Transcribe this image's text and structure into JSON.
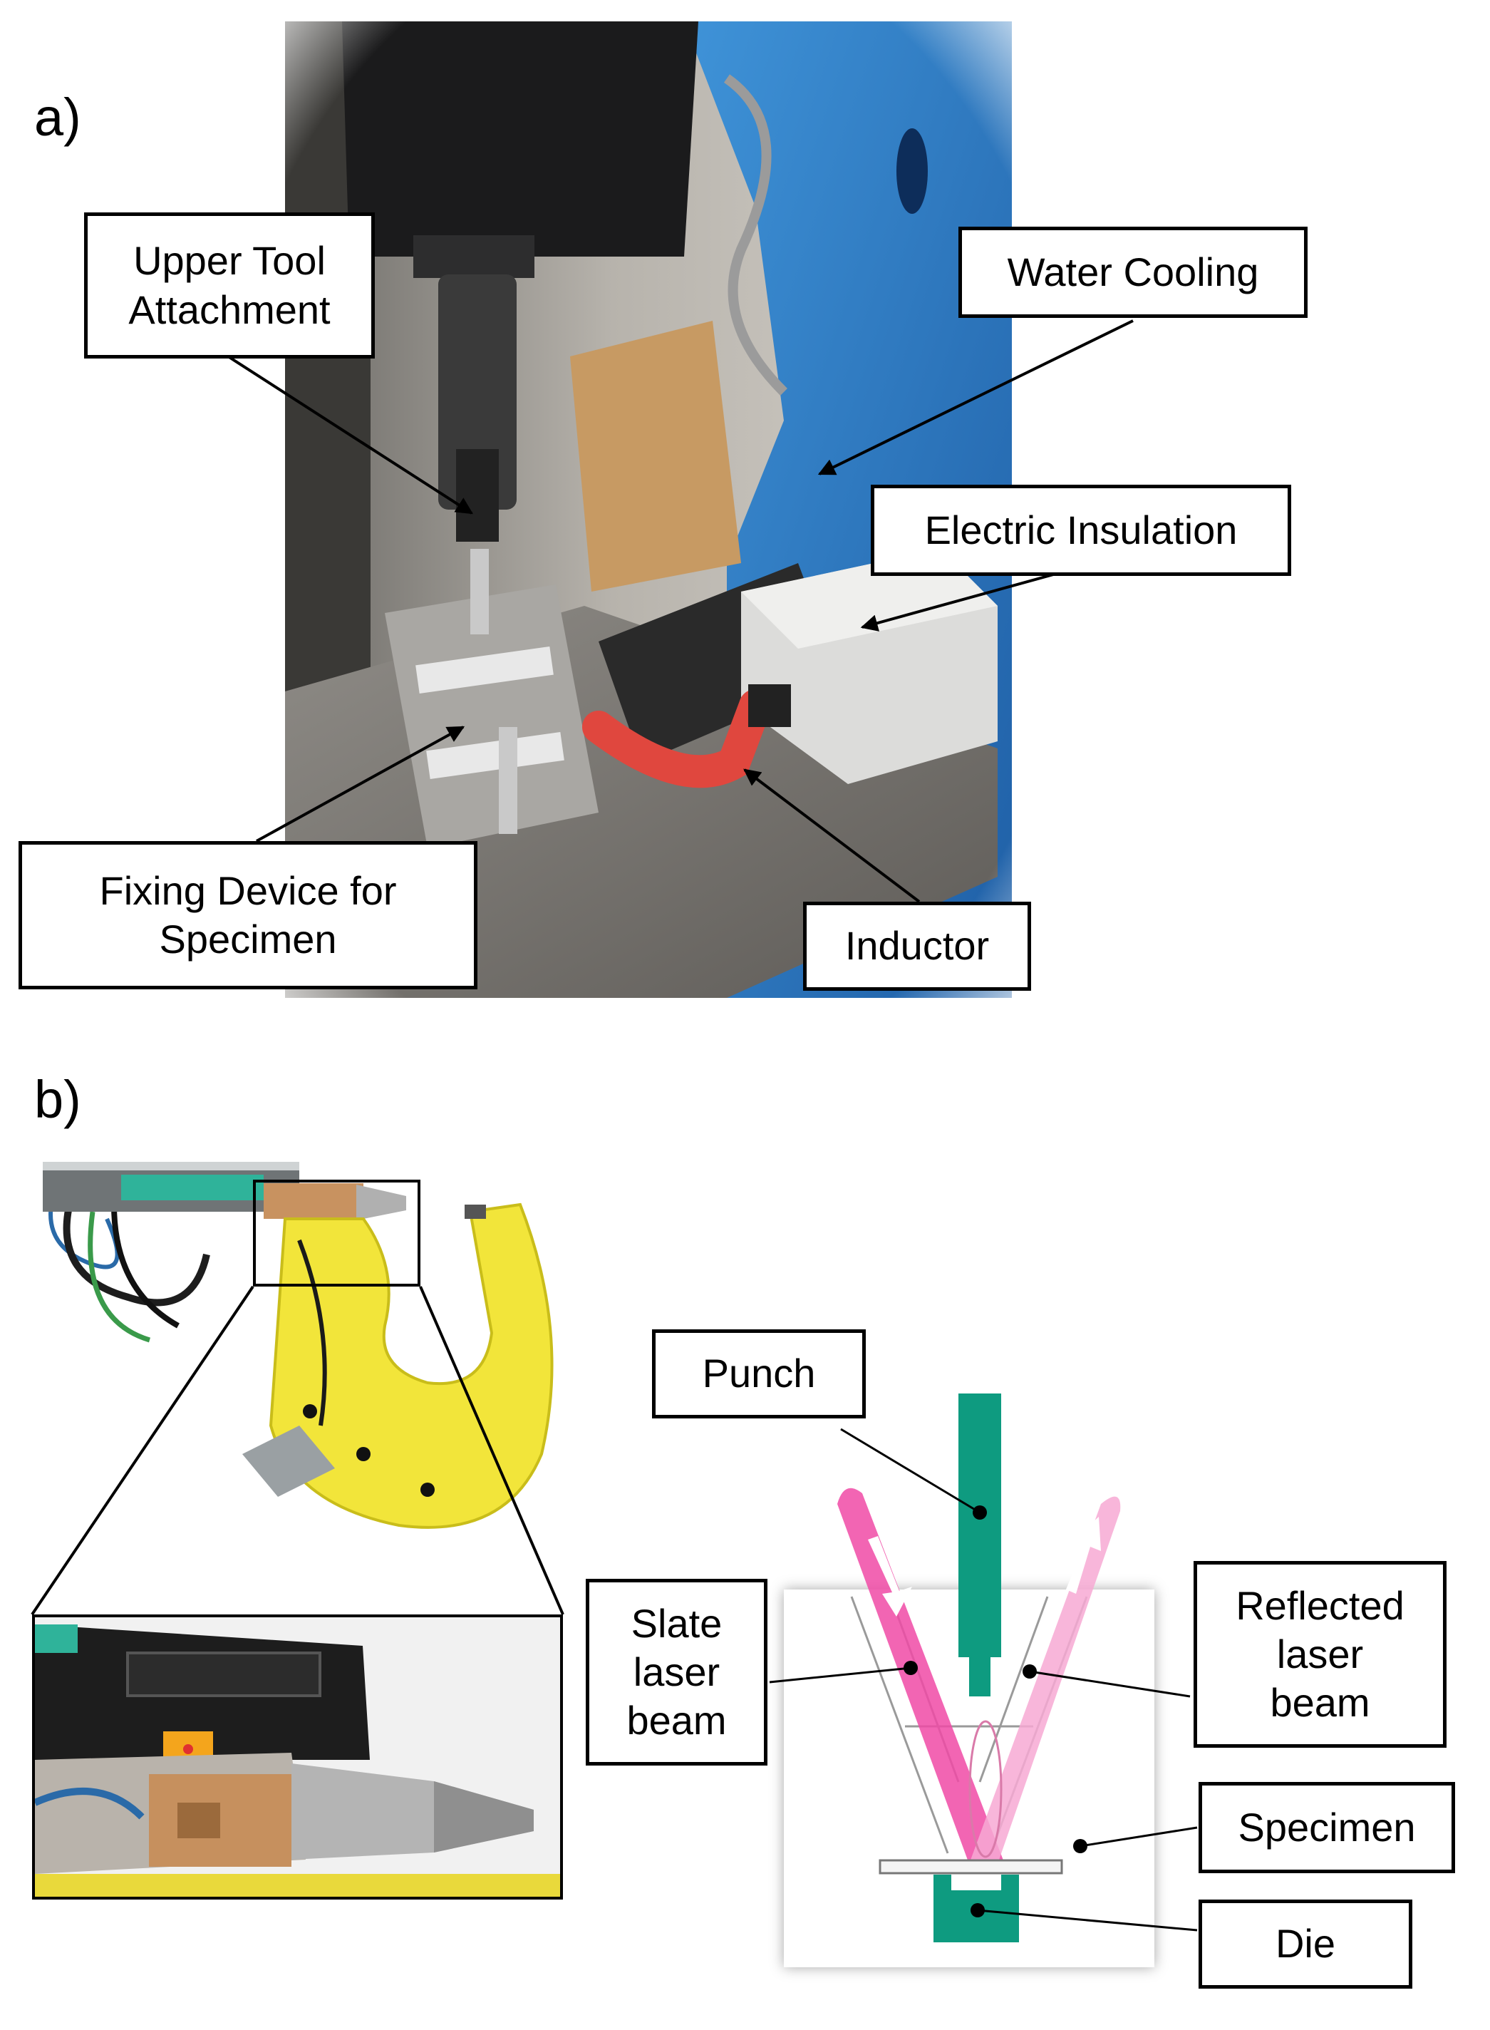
{
  "panel_a": {
    "label": "a)",
    "callouts": {
      "upper_tool": [
        "Upper Tool",
        "Attachment"
      ],
      "water_cooling": [
        "Water Cooling"
      ],
      "electric_insulation": [
        "Electric Insulation"
      ],
      "fixing_device": [
        "Fixing Device for",
        "Specimen"
      ],
      "inductor": [
        "Inductor"
      ]
    }
  },
  "panel_b": {
    "label": "b)",
    "callouts": {
      "punch": [
        "Punch"
      ],
      "slate_laser_beam": [
        "Slate",
        "laser",
        "beam"
      ],
      "reflected_laser_beam": [
        "Reflected",
        "laser",
        "beam"
      ],
      "specimen": [
        "Specimen"
      ],
      "die": [
        "Die"
      ]
    }
  },
  "colors": {
    "tool_green": "#0e9b80",
    "laser_pink": "#f04aa6",
    "laser_pink_light": "#f7a9d3",
    "machine_blue": "#2a7fc8",
    "gun_yellow": "#f2e53a"
  }
}
